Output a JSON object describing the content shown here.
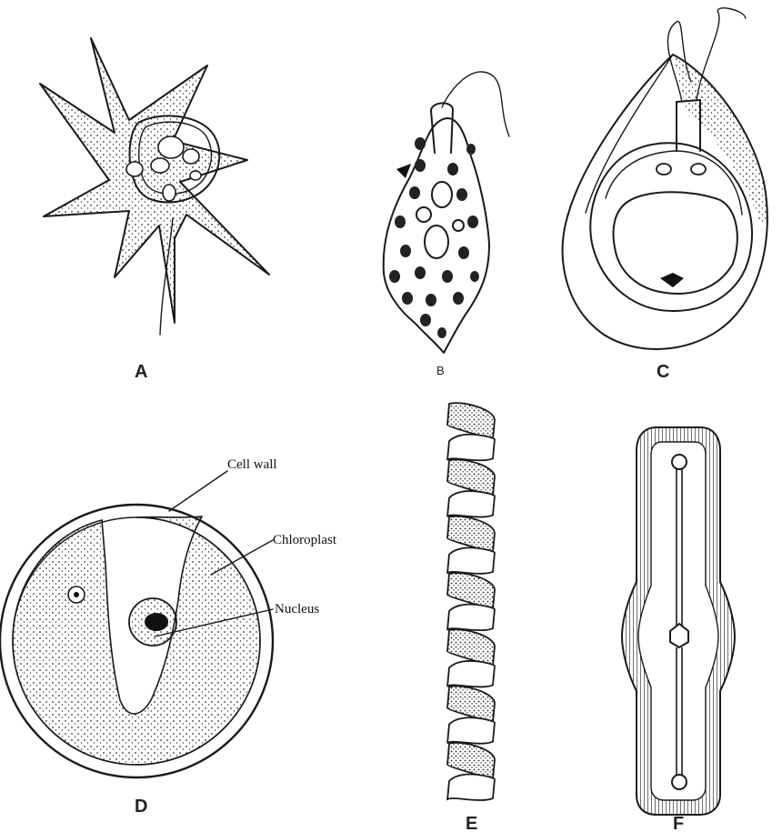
{
  "figure": {
    "panel_labels": {
      "a": "A",
      "b": "B",
      "c": "C",
      "d": "D",
      "e": "E",
      "f": "F"
    },
    "annotations": {
      "cell_wall": "Cell wall",
      "chloroplast": "Chloroplast",
      "nucleus": "Nucleus"
    },
    "colors": {
      "ink": "#1a1a1a",
      "stipple": "#333333",
      "background": "#ffffff"
    }
  }
}
